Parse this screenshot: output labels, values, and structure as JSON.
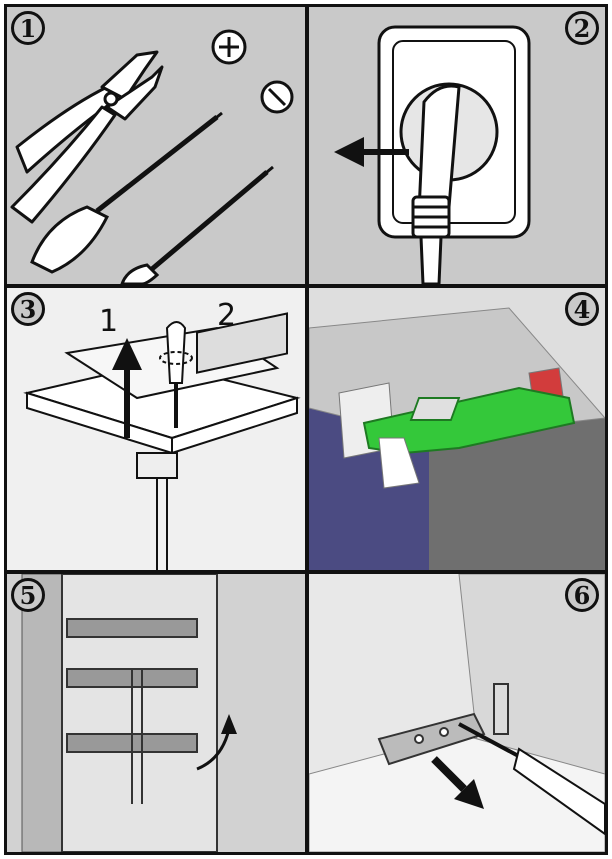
{
  "panels": [
    {
      "number": "1"
    },
    {
      "number": "2"
    },
    {
      "number": "3",
      "labels": [
        "1",
        "2"
      ]
    },
    {
      "number": "4"
    },
    {
      "number": "5"
    },
    {
      "number": "6"
    }
  ],
  "colors": {
    "background": "#c9c9c9",
    "hinge_green": "#34c83a",
    "cabinet_blue": "#4b4b82",
    "accent_red": "#d23c3c"
  }
}
